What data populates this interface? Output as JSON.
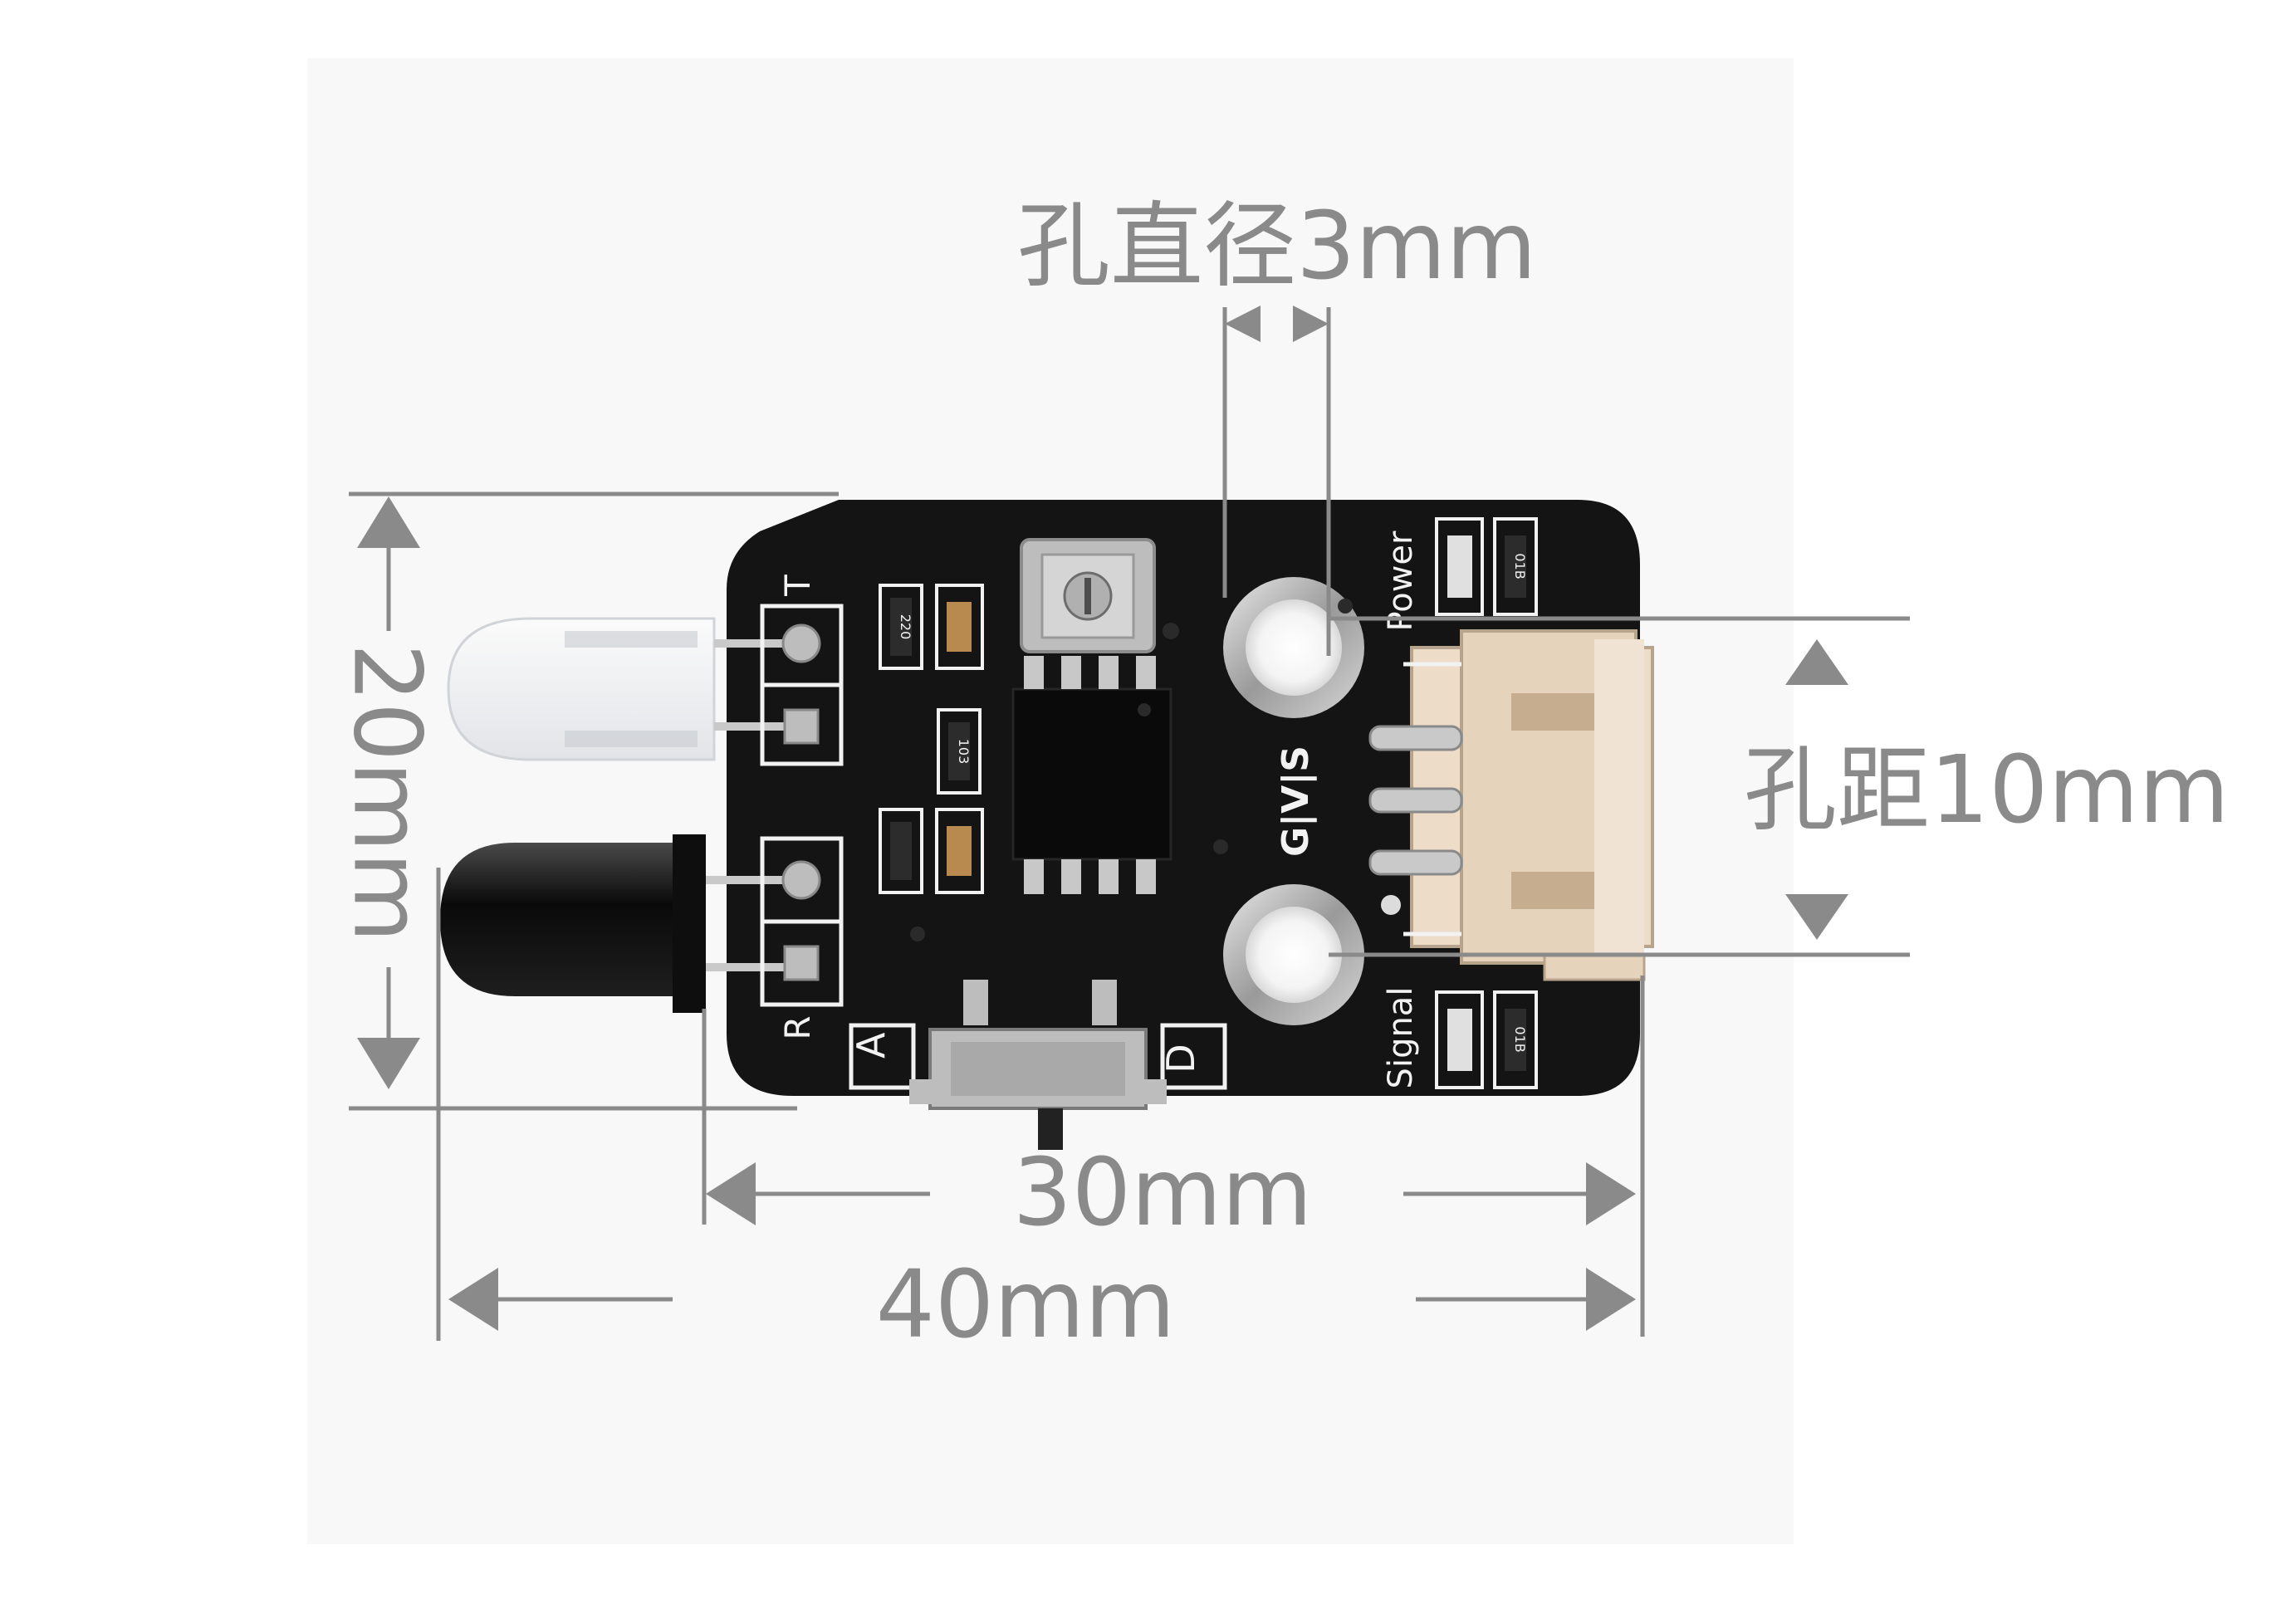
{
  "dimensions": {
    "hole_diameter": "孔直径3mm",
    "hole_spacing": "孔距10mm",
    "height": "20mm",
    "board_width": "30mm",
    "total_width": "40mm"
  },
  "silkscreen": {
    "transmitter": "T",
    "receiver": "R",
    "header_pins": "G|V|S",
    "analog": "A",
    "digital": "D",
    "power_led": "Power",
    "signal_led": "Signal",
    "resistor_code": "01B",
    "resistor_code_2": "103",
    "cap_code": "220"
  },
  "colors": {
    "background": "#ffffff",
    "backdrop": "#f7f7f7",
    "pcb": "#141414",
    "silk": "#f2f2f2",
    "dimension": "#8a8a8a",
    "connector": "#e8d8c4"
  }
}
